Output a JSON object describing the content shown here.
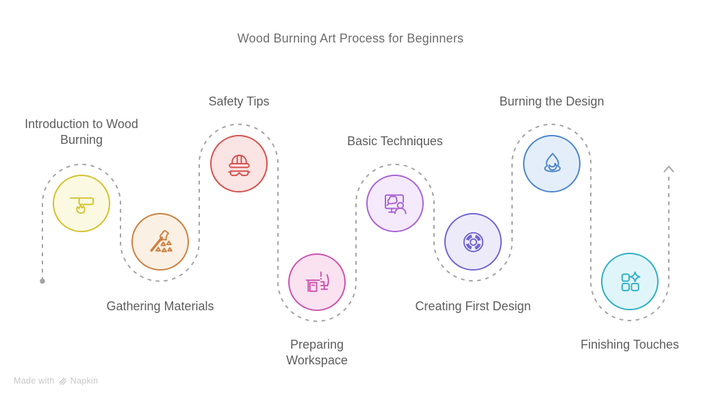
{
  "title": "Wood Burning Art Process for Beginners",
  "steps": [
    {
      "label": "Introduction to Wood Burning",
      "icon": "wood-burning-pen-icon",
      "color": "#d3c22c",
      "fill": "#fbf9e2"
    },
    {
      "label": "Gathering Materials",
      "icon": "axe-wood-chips-icon",
      "color": "#cd8040",
      "fill": "#fbf0e4"
    },
    {
      "label": "Safety Tips",
      "icon": "hard-hat-goggles-icon",
      "color": "#d5514d",
      "fill": "#fbe4e4"
    },
    {
      "label": "Preparing Workspace",
      "icon": "desk-chair-icon",
      "color": "#cb53ac",
      "fill": "#fae2f1"
    },
    {
      "label": "Basic Techniques",
      "icon": "presentation-brush-icon",
      "color": "#a963d5",
      "fill": "#f4eafb"
    },
    {
      "label": "Creating First Design",
      "icon": "mandala-design-icon",
      "color": "#7265d1",
      "fill": "#edebfa"
    },
    {
      "label": "Burning the Design",
      "icon": "flame-icon",
      "color": "#4c85cc",
      "fill": "#e4eefb"
    },
    {
      "label": "Finishing Touches",
      "icon": "squares-sparkle-icon",
      "color": "#2eaec8",
      "fill": "#e0f5fa"
    }
  ],
  "colors": {
    "path": "#a3a3a3",
    "title": "#6d6d6d",
    "label": "#5d5d5d",
    "watermark": "#c7c7c7"
  },
  "watermark": {
    "prefix": "Made with",
    "brand": "Napkin"
  }
}
